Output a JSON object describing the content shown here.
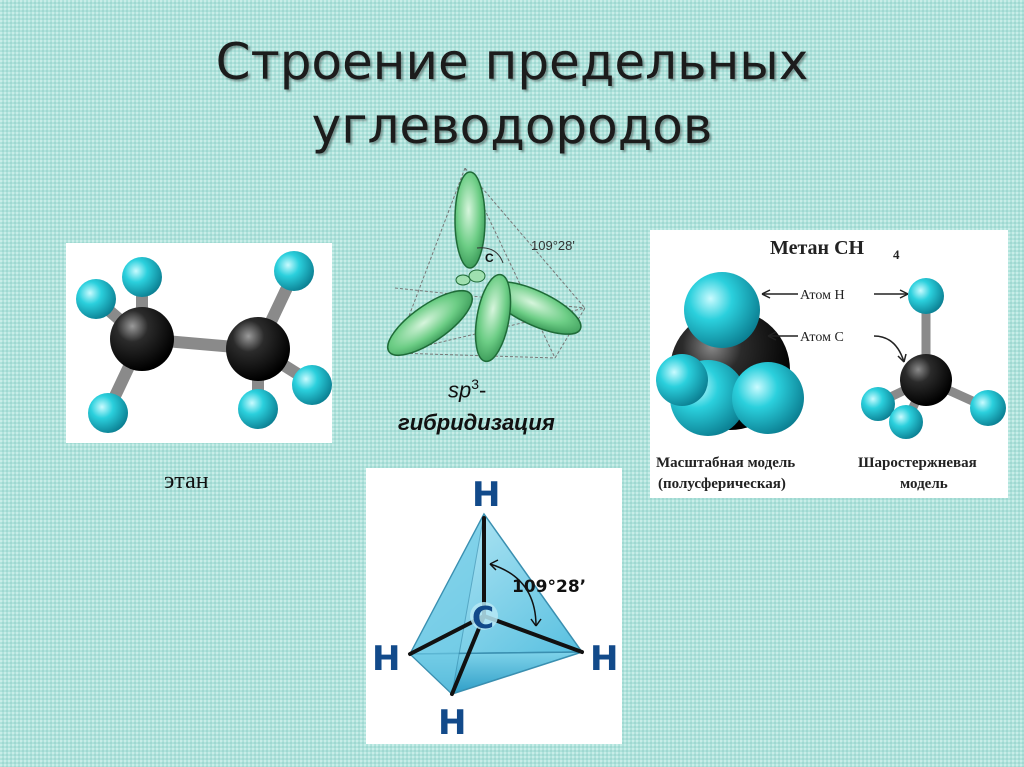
{
  "slide": {
    "title_line1": "Строение предельных",
    "title_line2": "углеводородов"
  },
  "ethane": {
    "label": "этан"
  },
  "orbital": {
    "angle_label": "109°28'",
    "atom_label": "C",
    "sp_prefix": "sp",
    "sp_superscript": "3",
    "sp_suffix": "-",
    "hybridization_label": "гибридизация"
  },
  "methane": {
    "heading": "Метан  CH",
    "heading_subscript": "4",
    "atom_h_label": "Атом Н",
    "atom_c_label": "Атом С",
    "scale_model_line1": "Масштабная модель",
    "scale_model_line2": "(полусферическая)",
    "ball_model_line1": "Шаростержневая",
    "ball_model_line2": "модель"
  },
  "tetrahedron": {
    "h_top": "H",
    "h_left": "H",
    "h_right": "H",
    "h_bottom": "H",
    "c_center": "C",
    "angle_label": "109°28’"
  },
  "colors": {
    "background": "#aee3dc",
    "hydrogen": "#27c3d1",
    "carbon": "#1a1a1a",
    "orbital_green": "#5fc47a",
    "tetra_fill": "#7fd3ea"
  }
}
